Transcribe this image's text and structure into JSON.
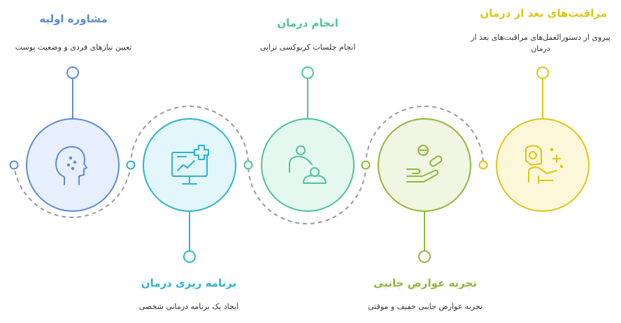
{
  "steps": [
    {
      "title": "مشاوره اولیه",
      "desc": "تعیین نیازهای فردی و وضعیت پوست",
      "color": "#5b8bd9",
      "icon": "face-icon"
    },
    {
      "title": "برنامه ریزی درمان",
      "desc": "ایجاد یک برنامه درمانی شخصی",
      "color": "#2bb3d1",
      "icon": "chart-monitor-icon"
    },
    {
      "title": "انجام درمان",
      "desc": "انجام جلسات کربوکسی تراپی",
      "color": "#4cc596",
      "icon": "patient-icon"
    },
    {
      "title": "تجربه عوارض جانبی",
      "desc": "تجربه عوارض جانبی خفیف و موقتی",
      "color": "#8eb83a",
      "icon": "pill-hand-icon"
    },
    {
      "title": "مراقبت‌های بعد از درمان",
      "desc": "پیروی از دستورالعمل‌های مراقبت‌های بعد از درمان",
      "color": "#e1c412",
      "icon": "faceshield-person-icon"
    }
  ]
}
